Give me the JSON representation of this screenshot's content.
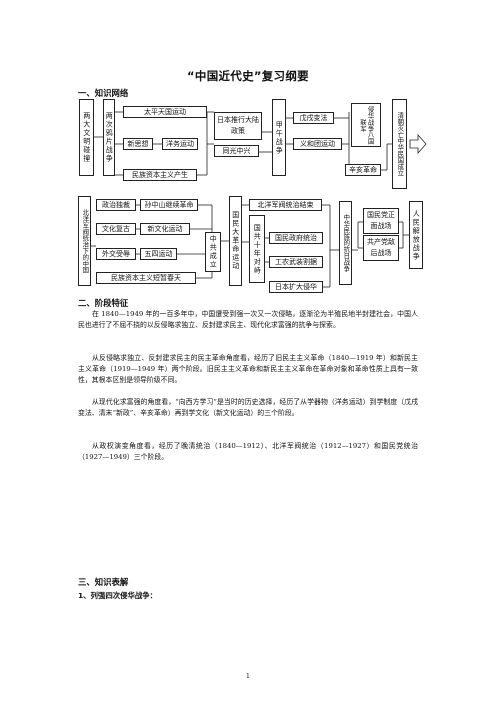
{
  "title": "“中国近代史”复习纲要",
  "sections": {
    "s1": "一、知识网络",
    "s2": "二、阶段特征",
    "s3": "三、知识表解",
    "s3_1": "1、列强四次侵华战争："
  },
  "network_top": {
    "left": "两大文明碰撞",
    "col2": "两次鸦片战争",
    "taiping": "太平天国运动",
    "new_thought": "新思想",
    "yangwu": "洋务运动",
    "national_capital": "民族资本主义产生",
    "riben": "日本推行大陆政策",
    "tongguang": "同光中兴",
    "jiawu": "甲午战争",
    "wuxu": "戊戌变法",
    "yihetuan": "义和团运动",
    "qinhua": "侵华战争八国联军",
    "xinhai": "辛亥革命",
    "qingmie": "清朝灭亡中华民国成立"
  },
  "network_bottom": {
    "beiyang": "北洋军阀统治下的中国",
    "zhengzhi": "政治独裁",
    "sunzs": "孙中山继续革命",
    "wenhua": "文化复古",
    "xinwenhua": "新文化运动",
    "waijiao": "外交受辱",
    "wusi": "五四运动",
    "duanzan": "民族资本主义短暂春天",
    "zhonggong": "中共成立",
    "guomin": "国民大革命运动",
    "beiyang_end": "北洋军阀统治结束",
    "guogong": "国共十年对峙",
    "guomin_gov": "国民政府统治",
    "gongnong": "工农武装割据",
    "riben_expand": "日本扩大侵华",
    "kangri": "中华民族的抗日战争",
    "zhengmian": "国民党正面战场",
    "dihou": "共产党敌后战场",
    "jiefang": "人民解放战争"
  },
  "paragraphs": [
    "在 1840—1949 年的一百多年中，中国遭受到强一次又一次侵略，逐渐沦为半殖民地半封建社会，中国人民也进行了不屈不挠的以反侵略求独立、反封建求民主、现代化求富强的抗争与探索。",
    "从反侵略求独立、反封建求民主的民主革命角度看，经历了旧民主主义革命（1840—1919 年）和新民主主义革命（1919—1949 年）两个阶段。旧民主主义革命和新民主主义革命在革命对象和革命性质上具有一致性，其根本区别是领导阶级不同。",
    "从现代化求富强的角度看，“向西方学习”是当时的历史选择，经历了从学器物（洋务运动）到学制度（戊戌变法、清末“新政”、辛亥革命）再到学文化（新文化运动）的三个阶段。",
    "从政权演变角度看，经历了晚清统治（1840—1912）、北洋军阀统治（1912—1927）和国民党统治（1927—1949）三个阶段。"
  ],
  "page_number": "1"
}
